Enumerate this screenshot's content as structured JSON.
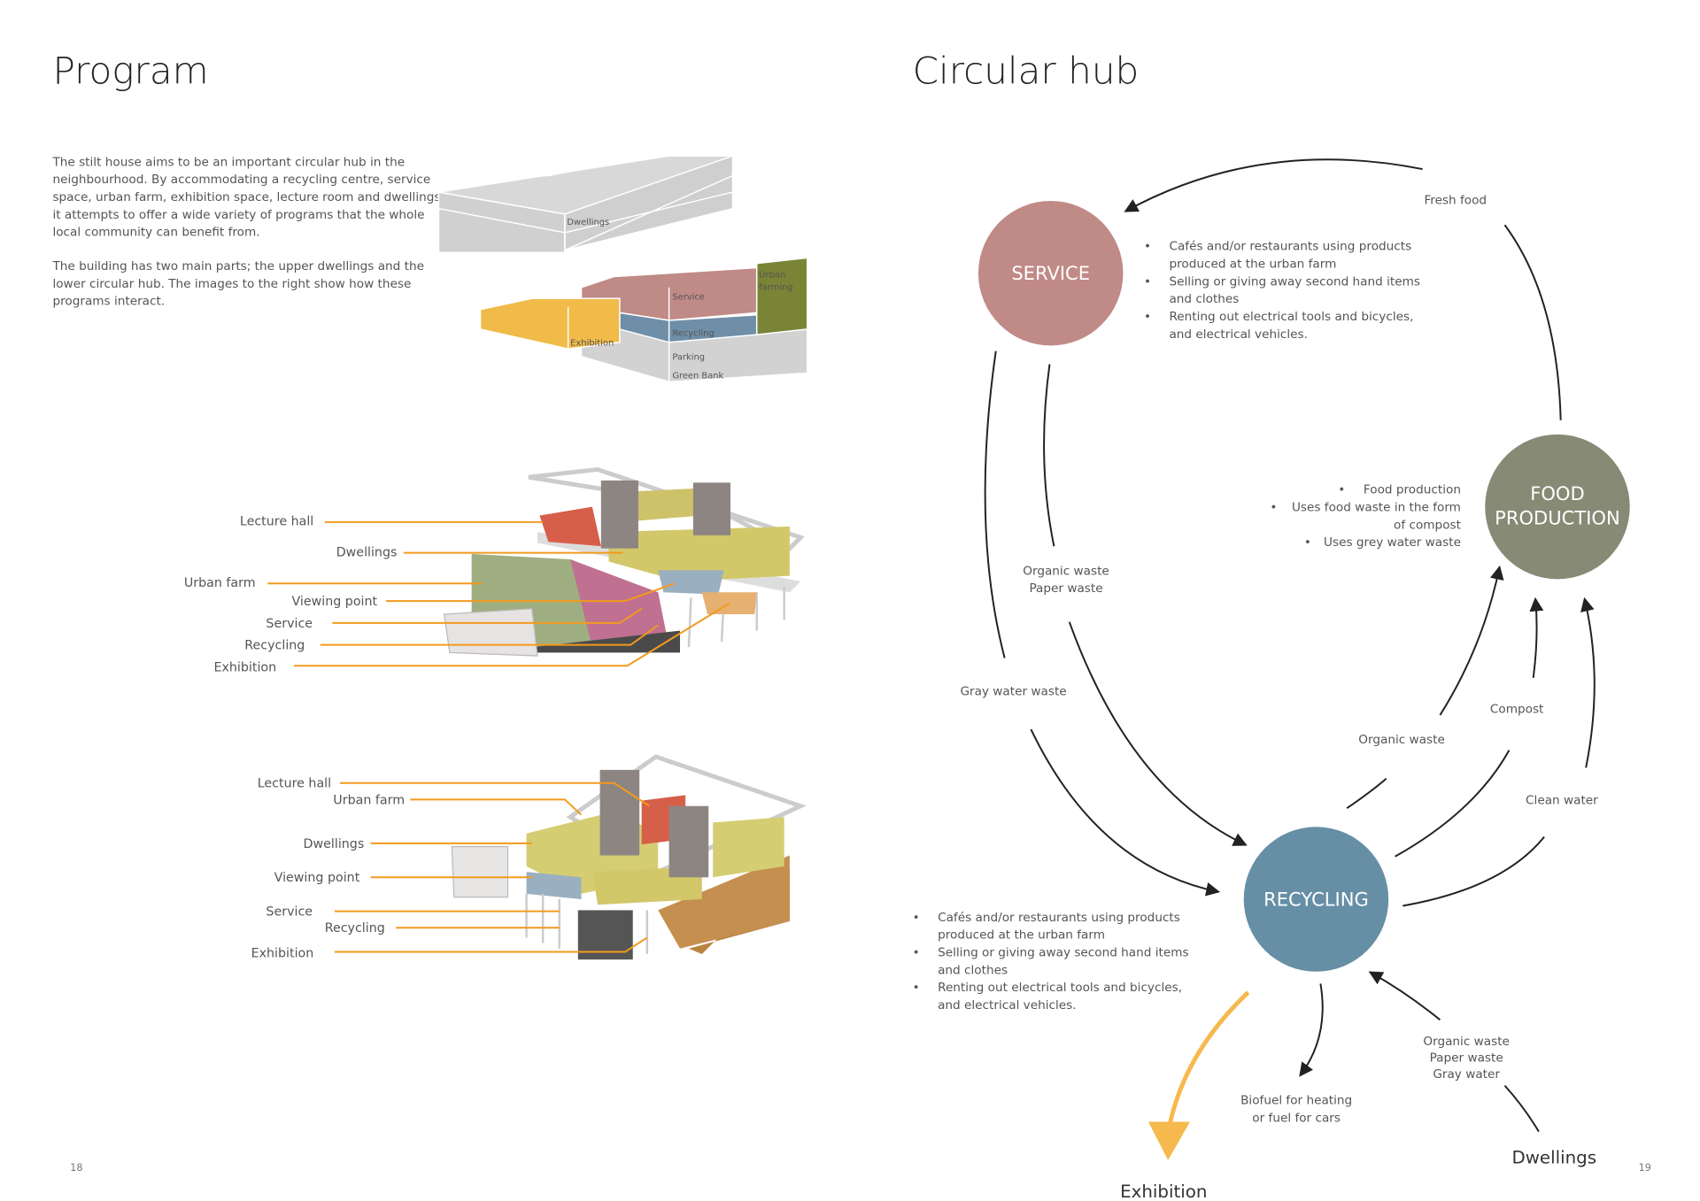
{
  "left_page": {
    "title": "Program",
    "paragraph1": [
      "The stilt house aims to be an important circular hub in the",
      "neighbourhood. By accommodating a recycling centre, service",
      "space, urban farm, exhibition space, lecture room and dwellings",
      "it attempts to offer a wide variety of programs that the whole",
      "local community can benefit from."
    ],
    "paragraph2": [
      "The building has two main parts; the upper dwellings and the",
      "lower circular hub. The images to the right show how these",
      "programs interact."
    ],
    "block_diagram_labels": [
      "Dwellings",
      "Service",
      "Urban",
      "farming",
      "Recycling",
      "Exhibition",
      "Parking",
      "Green Bank"
    ],
    "render1_labels": [
      "Lecture hall",
      "Dwellings",
      "Urban farm",
      "Viewing point",
      "Service",
      "Recycling",
      "Exhibition"
    ],
    "render2_labels": [
      "Lecture hall",
      "Urban farm",
      "Dwellings",
      "Viewing point",
      "Service",
      "Recycling",
      "Exhibition"
    ],
    "page_number": "18"
  },
  "right_page": {
    "title": "Circular hub",
    "nodes": {
      "service": {
        "label": "SERVICE",
        "color": "#c08a86"
      },
      "food": {
        "label_line1": "FOOD",
        "label_line2": "PRODUCTION",
        "color": "#878a74"
      },
      "recycling": {
        "label": "RECYCLING",
        "color": "#668fa6"
      }
    },
    "service_bullets": [
      "Cafés and/or restaurants using products",
      "produced at the urban farm",
      "Selling or giving away second hand items",
      "and clothes",
      "Renting out electrical tools and bicycles,",
      "and electrical vehicles."
    ],
    "food_bullets": [
      "Food production",
      "Uses food waste in the form",
      "of compost",
      "Uses grey water waste"
    ],
    "recycling_bullets": [
      "Cafés and/or restaurants using products",
      "produced at the urban farm",
      "Selling or giving away second hand items",
      "and clothes",
      "Renting out electrical tools and bicycles,",
      "and electrical vehicles."
    ],
    "flow_labels": {
      "fresh_food": "Fresh food",
      "organic_paper": [
        "Organic waste",
        "Paper waste"
      ],
      "gray_water_waste": "Gray water waste",
      "organic_waste": "Organic waste",
      "compost": "Compost",
      "clean_water": "Clean water",
      "dwellings_waste": [
        "Organic waste",
        "Paper waste",
        "Gray water"
      ],
      "biofuel": [
        "Biofuel for heating",
        "or fuel for cars"
      ]
    },
    "dwellings": "Dwellings",
    "exhibition": "Exhibition",
    "exhibition_arrow_color": "#f6b94e",
    "page_number": "19"
  }
}
